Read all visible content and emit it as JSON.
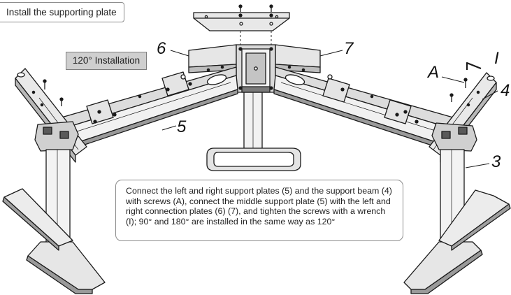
{
  "title": "Install the supporting plate",
  "angle_label": "120°  Installation",
  "callouts": {
    "six": "6",
    "seven": "7",
    "five": "5",
    "a": "A",
    "i": "I",
    "four": "4",
    "three": "3"
  },
  "description": "Connect the left and right support plates (5) and the support beam (4) with screws (A), connect the middle support plate (5) with the left and right connection plates (6) (7), and tighten the screws with a wrench (I); 90°  and 180° are installed in the same way as 120°",
  "colors": {
    "line": "#1a1a1a",
    "metal_light": "#e6e6e6",
    "metal_mid": "#c9c9c9",
    "metal_dark": "#5a5a5a",
    "label_bg": "#cfcfcf"
  }
}
